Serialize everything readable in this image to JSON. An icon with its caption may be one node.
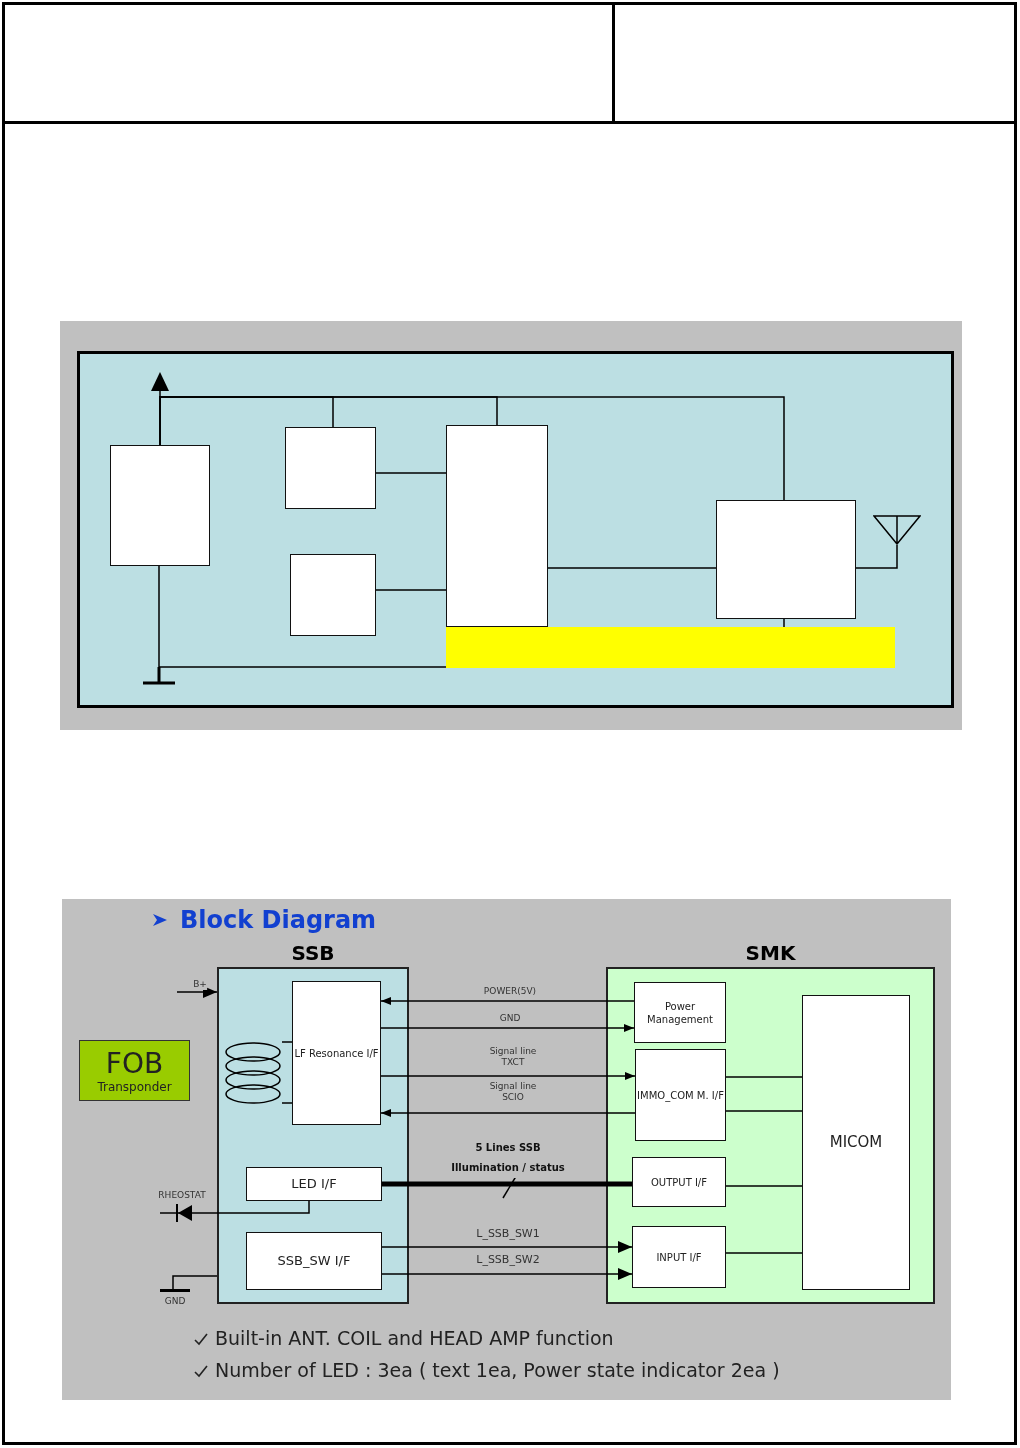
{
  "diagram": {
    "nodes": [
      {
        "text": [],
        "shape": "box"
      },
      {
        "text": [],
        "shape": "box"
      },
      {
        "text": [],
        "shape": "box"
      },
      {
        "text": [],
        "shape": "box"
      },
      {
        "text": [],
        "shape": "box"
      },
      {
        "text": [],
        "shape": "antenna"
      },
      {
        "text": [],
        "shape": "bar"
      },
      {
        "text": [
          "FOB",
          "Transponder"
        ]
      },
      {
        "text": [
          "SSB"
        ]
      },
      {
        "text": [
          "LF Resonance I/F"
        ],
        "in": 8
      },
      {
        "text": [],
        "shape": "coil",
        "in": 8
      },
      {
        "text": [
          "LED I/F"
        ],
        "in": 8
      },
      {
        "text": [
          "SSB_SW I/F"
        ],
        "in": 8
      },
      {
        "text": [
          "SMK"
        ]
      },
      {
        "text": [
          "Power Management"
        ],
        "in": 13
      },
      {
        "text": [
          "IMMO_COM M. I/F"
        ],
        "in": 13
      },
      {
        "text": [
          "OUTPUT I/F"
        ],
        "in": 13
      },
      {
        "text": [
          "INPUT I/F"
        ],
        "in": 13
      },
      {
        "text": [
          "MICOM"
        ],
        "in": 13
      },
      {
        "text": [
          "GND"
        ]
      }
    ],
    "edges": [
      {
        "from": 0,
        "to": 1,
        "arrow": "none"
      },
      {
        "from": 0,
        "to": 3,
        "arrow": "none"
      },
      {
        "from": 0,
        "to": 4,
        "arrow": "none"
      },
      {
        "from": 0,
        "to": 6,
        "arrow": "none"
      },
      {
        "from": 1,
        "to": 3,
        "arrow": "none"
      },
      {
        "from": 2,
        "to": 3,
        "arrow": "none"
      },
      {
        "from": 3,
        "to": 4,
        "arrow": "none"
      },
      {
        "from": 4,
        "to": 5,
        "arrow": "none"
      },
      {
        "from": 4,
        "to": 6,
        "arrow": "none"
      },
      {
        "from": null,
        "to": 8,
        "arrow": "to",
        "label": "B+"
      },
      {
        "from": 14,
        "to": 9,
        "arrow": "to",
        "label": "POWER(5V)"
      },
      {
        "from": 9,
        "to": 14,
        "arrow": "to",
        "label": "GND"
      },
      {
        "from": 9,
        "to": 15,
        "arrow": "to",
        "label": "Signal line TXCT"
      },
      {
        "from": 15,
        "to": 9,
        "arrow": "to",
        "label": "Signal line SCIO"
      },
      {
        "from": 11,
        "to": 16,
        "arrow": "none",
        "label": "5 Lines SSB Illumination / status",
        "style": "thick"
      },
      {
        "from": 12,
        "to": 17,
        "arrow": "to",
        "label": "L_SSB_SW1"
      },
      {
        "from": 12,
        "to": 17,
        "arrow": "to",
        "label": "L_SSB_SW2"
      },
      {
        "from": 15,
        "to": 18,
        "arrow": "none"
      },
      {
        "from": 15,
        "to": 18,
        "arrow": "none"
      },
      {
        "from": 16,
        "to": 18,
        "arrow": "none"
      },
      {
        "from": 17,
        "to": 18,
        "arrow": "none"
      },
      {
        "from": 11,
        "to": null,
        "arrow": "to",
        "label": "RHEOSTAT"
      },
      {
        "from": 8,
        "to": 19,
        "arrow": "none"
      },
      {
        "from": 10,
        "to": 9,
        "arrow": "none"
      },
      {
        "from": 10,
        "to": 9,
        "arrow": "none"
      }
    ],
    "labels": [
      "Block Diagram",
      "Built-in ANT. COIL and HEAD AMP function",
      "Number of LED : 3ea ( text 1ea, Power state indicator 2ea )"
    ]
  }
}
